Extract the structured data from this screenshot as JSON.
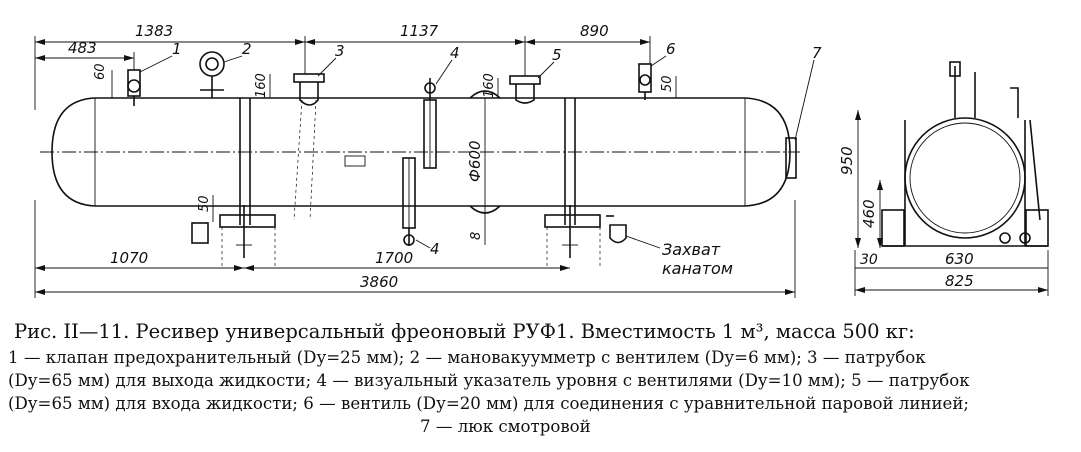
{
  "dimensions": {
    "d1383": "1383",
    "d483": "483",
    "d1137": "1137",
    "d890": "890",
    "d60": "60",
    "d160a": "160",
    "d160b": "160",
    "d50a": "50",
    "d50b": "50",
    "d600": "Ф600",
    "d8": "8",
    "d1070": "1070",
    "d1700": "1700",
    "d3860": "3860",
    "d950": "950",
    "d460": "460",
    "d30": "30",
    "d630": "630",
    "d825": "825"
  },
  "callouts": {
    "c1": "1",
    "c2": "2",
    "c3": "3",
    "c4a": "4",
    "c4b": "4",
    "c5": "5",
    "c6": "6",
    "c7": "7"
  },
  "annotation": {
    "line1": "Захват",
    "line2": "канатом"
  },
  "caption": {
    "title": "Рис. II—11. Ресивер   универсальный фреоновый РУФ1.  Вместимость 1 м³,  масса  500 кг:",
    "line2": "1 — клапан  предохранительный  (Dу=25  мм);  2 — мановакуумметр  с  вентилем  (Dу=6  мм);  3 — патрубок",
    "line3": "(Dу=65  мм)  для  выхода  жидкости;  4 — визуальный  указатель  уровня  с  вентилями  (Dу=10  мм);  5 — патрубок",
    "line4": "(Dу=65  мм)  для  входа  жидкости;  6 — вентиль  (Dу=20  мм) для  соединения  с  уравнительной  паровой  линией;",
    "line5": "7 — люк  смотровой"
  }
}
